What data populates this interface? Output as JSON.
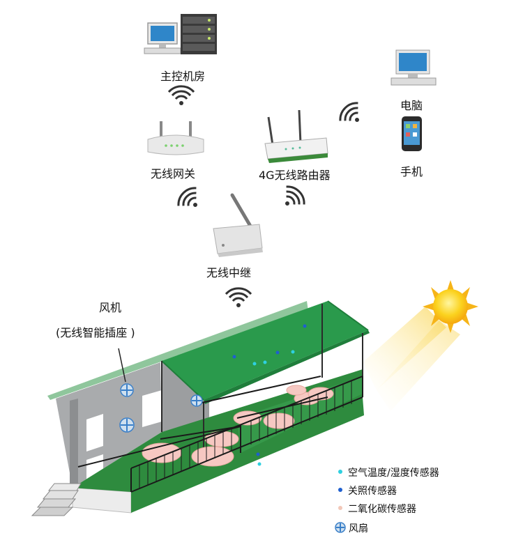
{
  "nodes": {
    "server_room": "主控机房",
    "wireless_gateway": "无线网关",
    "router_4g": "4G无线路由器",
    "computer": "电脑",
    "mobile_phone": "手机",
    "wireless_relay": "无线中继"
  },
  "fan_label": {
    "line1": "风机",
    "line2": "(无线智能插座 )"
  },
  "legend": [
    {
      "label": "空气温度/湿度传感器",
      "color": "#2fd0e0",
      "icon": "dot-icon"
    },
    {
      "label": "关照传感器",
      "color": "#1f5fcf",
      "icon": "dot-icon"
    },
    {
      "label": "二氧化碳传感器",
      "color": "#f2c7b8",
      "icon": "dot-icon"
    },
    {
      "label": "风扇",
      "color": "#3a7fc8",
      "icon": "fan-icon"
    }
  ],
  "colors": {
    "roof_green": "#2a9a4c",
    "floor_green": "#2e8b3e",
    "wall_gray": "#a7a9ab",
    "sun_yellow": "#f7c21a",
    "wifi_dark": "#333333"
  }
}
